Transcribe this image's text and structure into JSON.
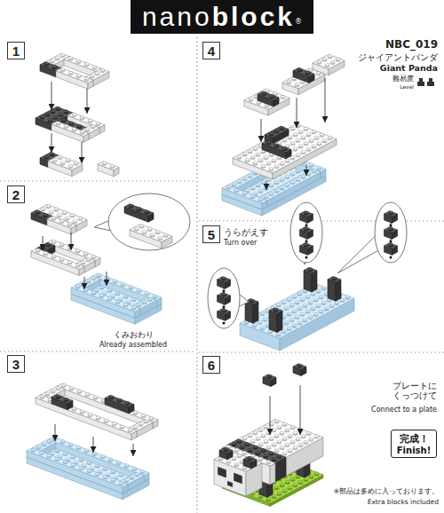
{
  "diagram": {
    "nodes": [
      {
        "text": [
          "nano",
          "block",
          "®"
        ]
      },
      {
        "text": [
          "1"
        ]
      },
      {
        "text": [
          "2"
        ]
      },
      {
        "text": [
          "3"
        ]
      },
      {
        "text": [
          "4"
        ]
      },
      {
        "text": [
          "5"
        ]
      },
      {
        "text": [
          "6"
        ]
      },
      {
        "text": [
          "完成！",
          "Finish!"
        ]
      }
    ],
    "labels": [
      "NBC_019",
      "ジャイアントパンダ",
      "Giant Panda",
      "難易度",
      "Level",
      "くみおわり",
      "Already assembled",
      "うらがえす",
      "Turn over",
      "プレートに くっつけて",
      "Connect to a plate",
      "※部品は多めに入っております。",
      "Extra blocks included"
    ]
  }
}
